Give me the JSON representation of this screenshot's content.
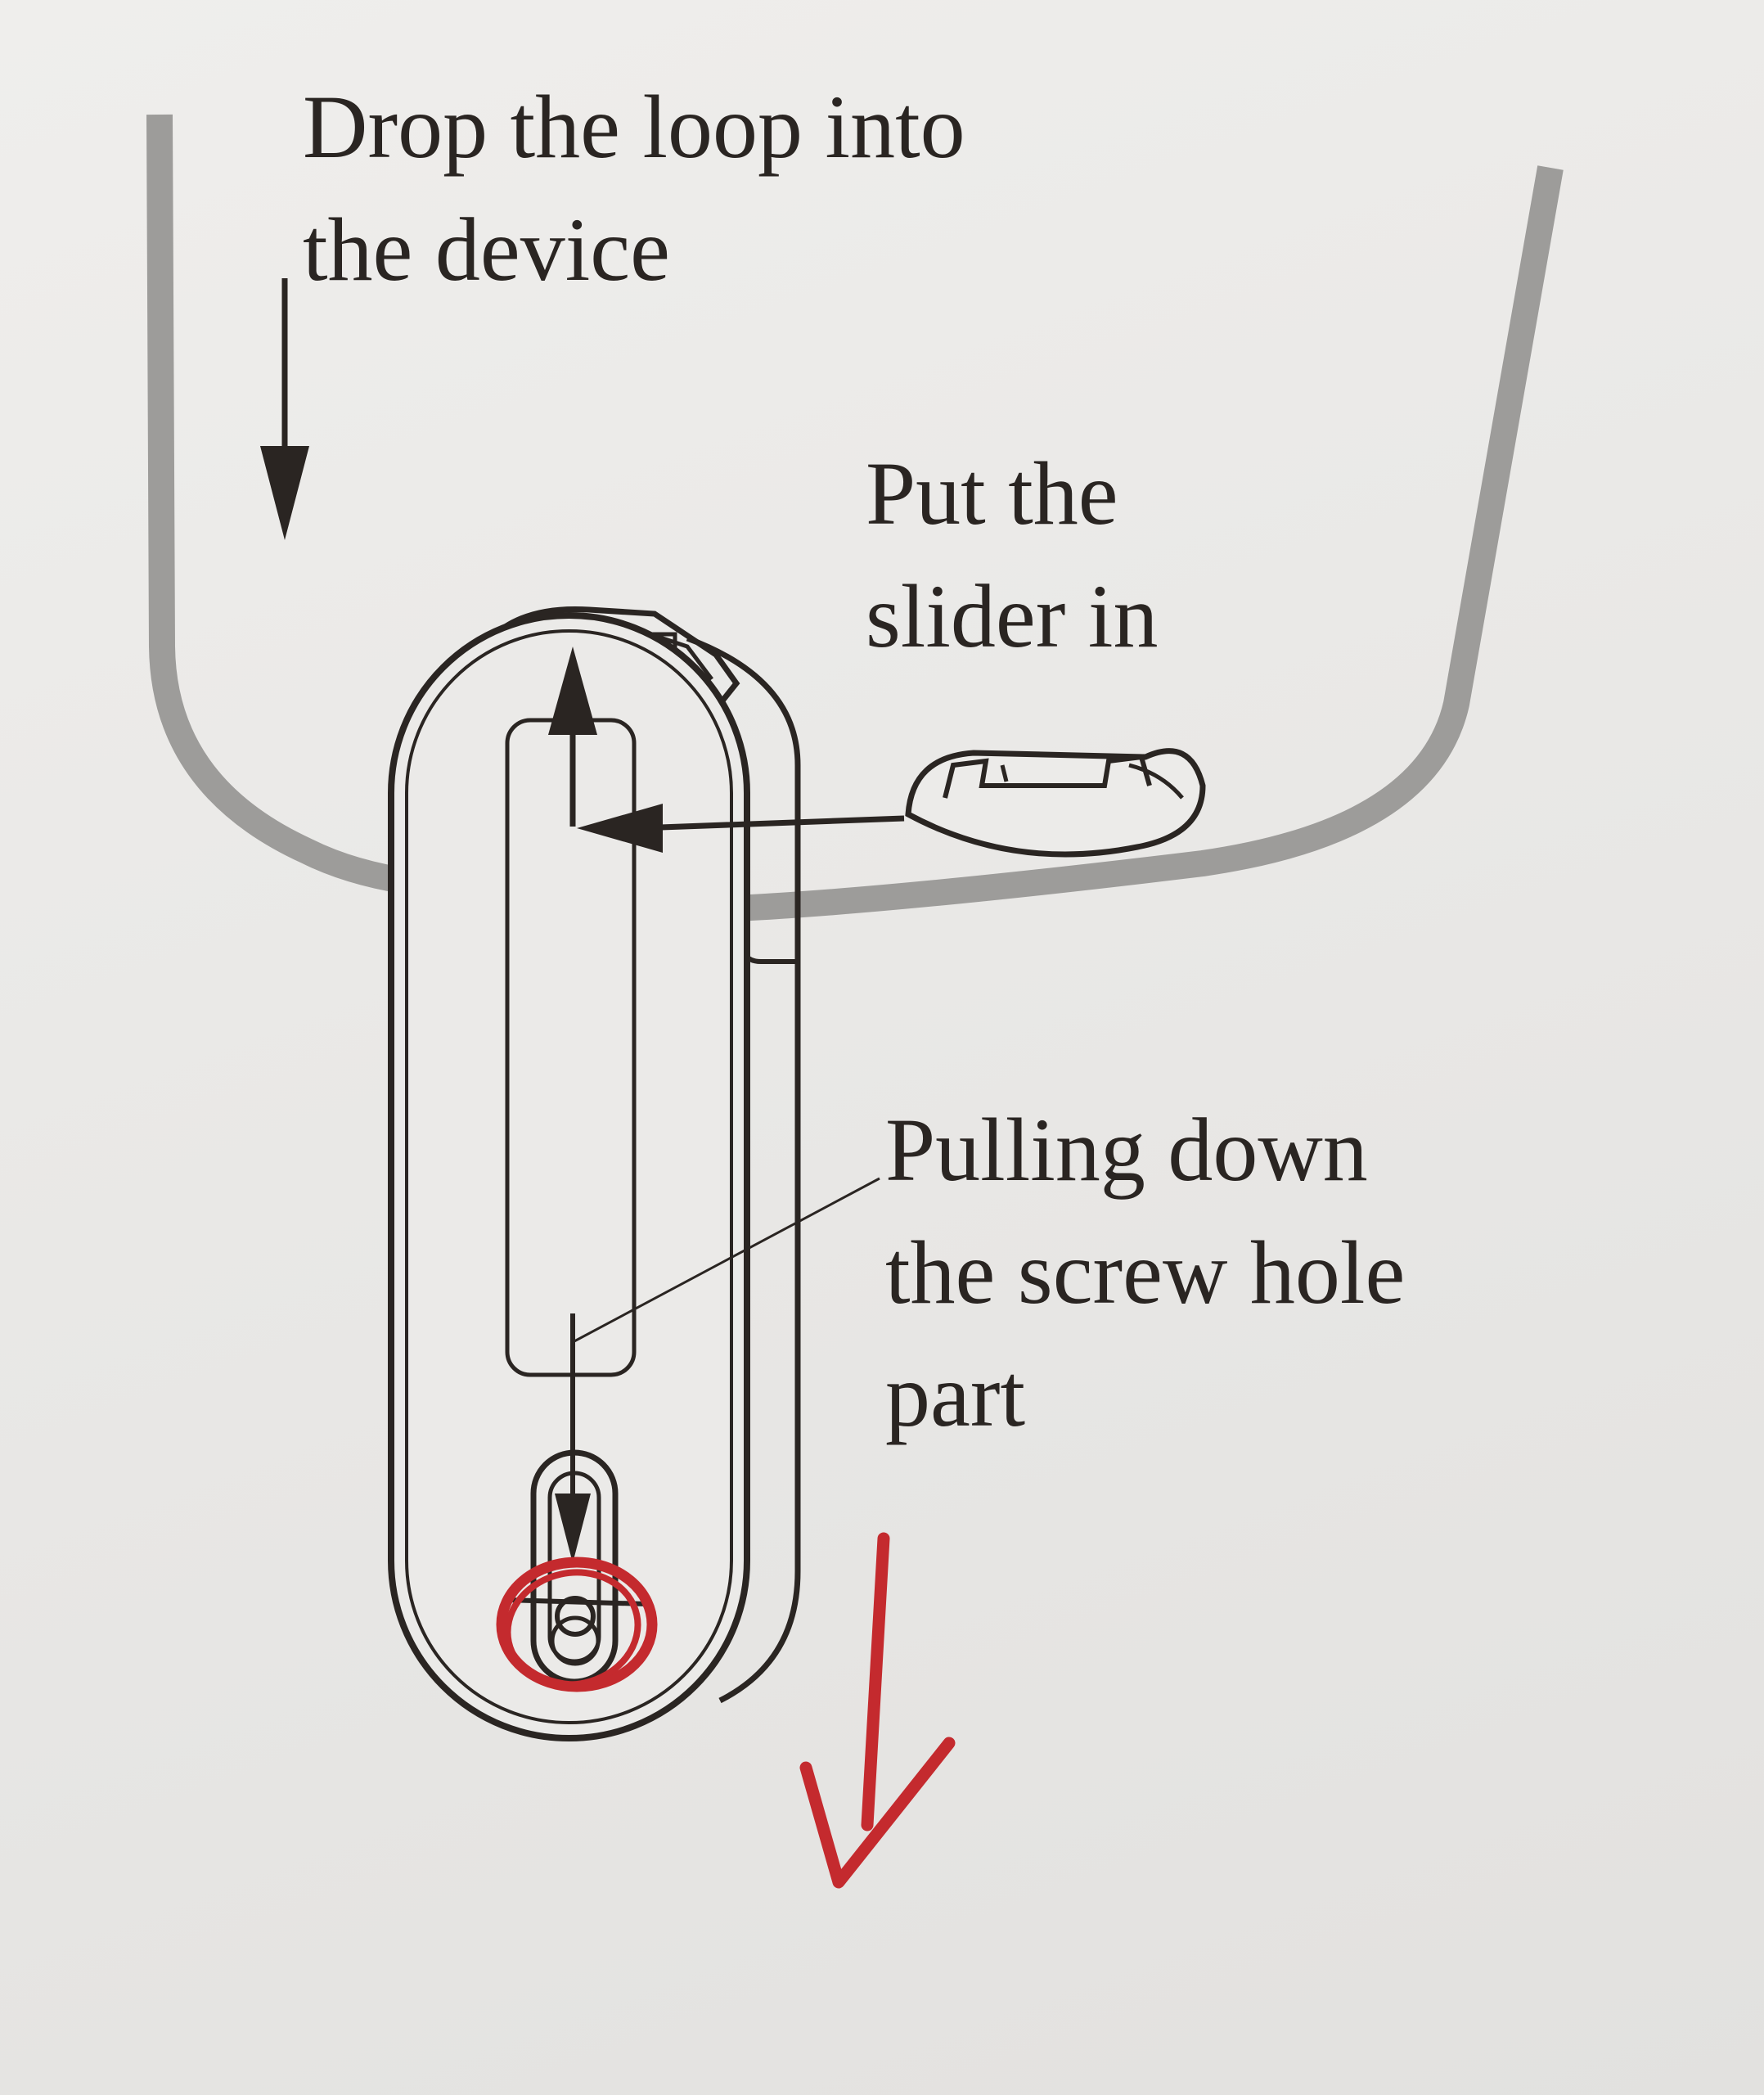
{
  "labels": {
    "drop": {
      "line1": "Drop the loop into",
      "line2": "the device"
    },
    "slider": {
      "line1": "Put the",
      "line2": "slider in"
    },
    "pulling": {
      "line1": "Pulling down",
      "line2": "the screw hole",
      "line3": "part"
    }
  },
  "colors": {
    "ink": "#2a2522",
    "loop_gray": "#9d9c9a",
    "annotation_red": "#c42a2e"
  }
}
